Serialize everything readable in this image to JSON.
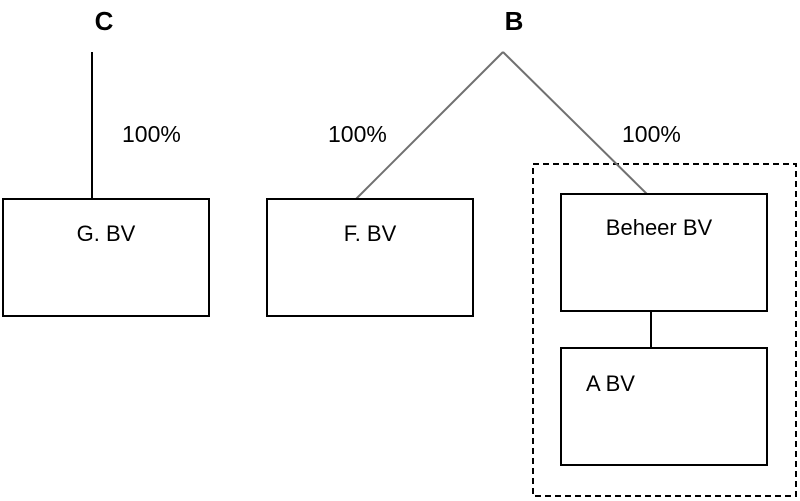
{
  "owners": {
    "c": "C",
    "b": "B"
  },
  "percentages": {
    "c_to_g": "100%",
    "b_to_f": "100%",
    "b_to_beheer": "100%"
  },
  "entities": {
    "g": "G. BV",
    "f": "F. BV",
    "beheer": "Beheer BV",
    "a": "A BV"
  }
}
